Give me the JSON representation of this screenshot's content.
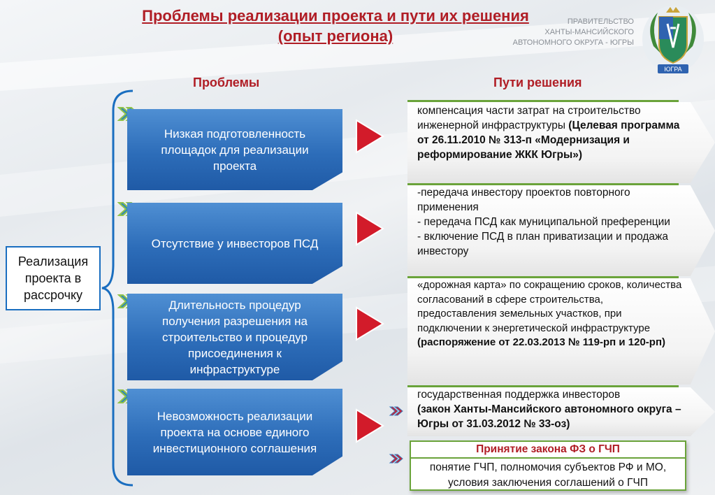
{
  "title": "Проблемы реализации проекта и пути их решения (опыт региона)",
  "government": {
    "line1": "ПРАВИТЕЛЬСТВО",
    "line2": "ХАНТЫ-МАНСИЙСКОГО",
    "line3": "АВТОНОМНОГО ОКРУГА - ЮГРЫ",
    "emblem_label": "ЮГРА"
  },
  "headers": {
    "problems": "Проблемы",
    "solutions": "Пути решения"
  },
  "left_box": "Реализация проекта в рассрочку",
  "problems": [
    "Низкая подготовленность площадок для реализации проекта",
    "Отсутствие у инвесторов ПСД",
    "Длительность процедур получения разрешения на строительство и процедур присоединения к инфраструктуре",
    "Невозможность реализации проекта на основе единого инвестиционного соглашения"
  ],
  "solutions": [
    {
      "text": "компенсация части затрат на строительство инженерной инфраструктуры ",
      "bold": "(Целевая программа от 26.11.2010 № 313-п «Модернизация и реформирование ЖКК Югры»)"
    },
    {
      "lines": [
        "-передача инвестору проектов повторного применения",
        "- передача ПСД как муниципальной преференции",
        "- включение ПСД в план приватизации и продажа инвестору"
      ]
    },
    {
      "text": "«дорожная карта» по сокращению сроков, количества согласований в сфере строительства, предоставления земельных участков, при подключении к энергетической инфраструктуре",
      "bold": "(распоряжение от 22.03.2013 № 119-рп и 120-рп)"
    },
    {
      "text": "государственная поддержка инвесторов",
      "bold": "(закон Ханты-Мансийского автономного округа – Югры от 31.03.2012 № 33-оз)"
    }
  ],
  "final": {
    "title": "Принятие закона ФЗ о ГЧП",
    "body": "понятие ГЧП, полномочия субъектов РФ и МО, условия заключения соглашений о ГЧП"
  },
  "colors": {
    "accent_red": "#b01d25",
    "problem_blue": "#2d6db9",
    "solution_green": "#6aa33a",
    "triangle_red": "#d21b2a"
  }
}
